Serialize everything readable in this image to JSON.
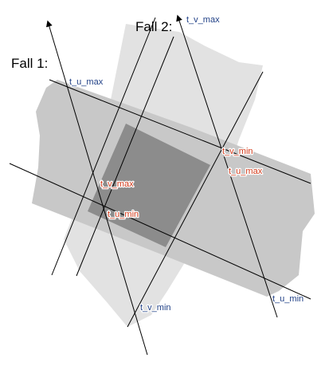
{
  "colors": {
    "band_fill": "#c8c8c8",
    "band_light": "#e2e2e2",
    "overlap_fill": "#8c8c8c",
    "line": "#000000",
    "label_blue": "#1f3f86",
    "label_red": "#d23a1a"
  },
  "labels": {
    "case1": "Fall 1:",
    "case2": "Fall 2:"
  },
  "params": {
    "case1_u_max": "t_u_max",
    "case1_v_max": "t_v_max",
    "case1_u_min": "t_u_min",
    "case1_v_min": "t_v_min",
    "case2_v_max": "t_v_max",
    "case2_v_min": "t_v_min",
    "case2_u_max": "t_u_max",
    "case2_u_min": "t_u_min"
  }
}
